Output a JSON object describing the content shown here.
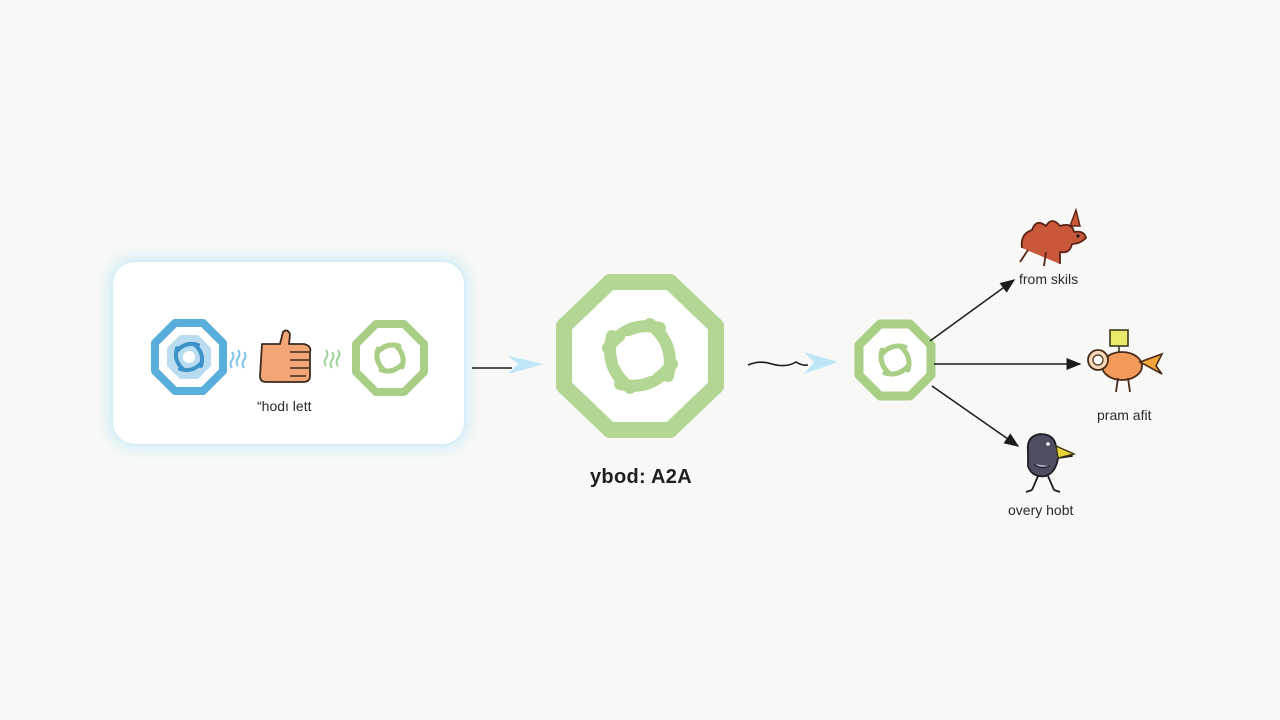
{
  "diagram": {
    "source_panel": {
      "caption": "“hodı lett"
    },
    "center": {
      "caption": "ybod: A2A"
    },
    "outputs": [
      {
        "label": "from skils",
        "icon": "dragon-icon"
      },
      {
        "label": "pram afit",
        "icon": "lamp-bird-icon"
      },
      {
        "label": "overy hobt",
        "icon": "crow-icon"
      }
    ]
  },
  "colors": {
    "background": "#f8f9f6",
    "blue_node": "#5aaedc",
    "green_node": "#a9cf86",
    "hand": "#f2a676",
    "arrow_light": "#bfe6f6",
    "edge": "#1c1c1c"
  }
}
